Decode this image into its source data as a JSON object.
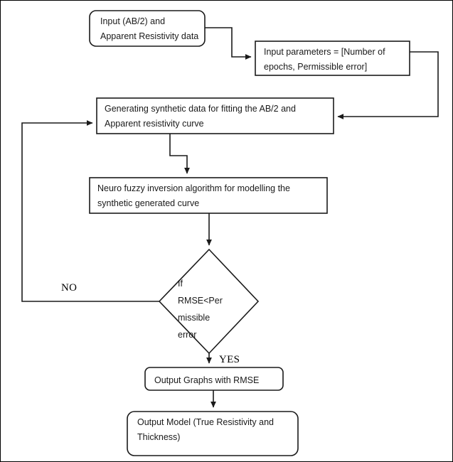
{
  "diagram": {
    "type": "flowchart",
    "title": "Neuro fuzzy inversion algorithm flowchart",
    "background_color": "#ffffff",
    "stroke_color": "#1a1a1a",
    "text_color": "#1a1a1a",
    "border_color": "#000000"
  },
  "nodes": {
    "input_data": {
      "label": "Input (AB/2) and\nApparent Resistivity data",
      "shape": "rounded-rectangle"
    },
    "input_parameters": {
      "label": "Input parameters = [Number of\nepochs, Permissible error]",
      "shape": "rectangle"
    },
    "generate_synthetic": {
      "label": "Generating synthetic data for fitting the AB/2 and\nApparent resistivity curve",
      "shape": "rectangle"
    },
    "neuro_fuzzy": {
      "label": "Neuro fuzzy inversion algorithm for modelling the\nsynthetic generated curve",
      "shape": "rectangle"
    },
    "decision_rmse": {
      "label": "If\nRMSE<Per\nmissible\nerror",
      "shape": "diamond"
    },
    "output_graphs": {
      "label": "Output Graphs with RMSE",
      "shape": "rounded-rectangle"
    },
    "output_model": {
      "label": "Output Model (True Resistivity and\nThickness)",
      "shape": "rounded-rectangle"
    }
  },
  "edge_labels": {
    "no_branch": "NO",
    "yes_branch": "YES"
  }
}
